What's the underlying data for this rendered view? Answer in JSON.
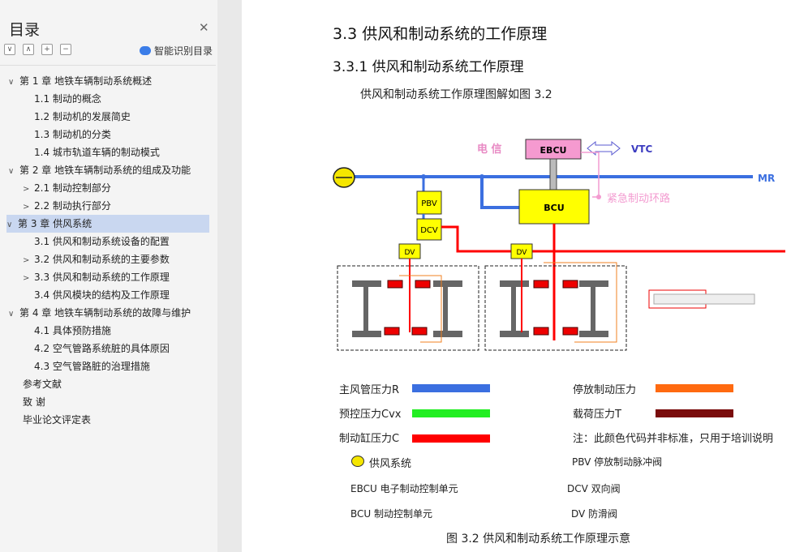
{
  "sidebar": {
    "title": "目录",
    "smart_toc": "智能识别目录",
    "items": [
      {
        "label": "第 1 章  地铁车辆制动系统概述",
        "level": 0,
        "chev": "∨"
      },
      {
        "label": "1.1 制动的概念",
        "level": 1,
        "chev": ""
      },
      {
        "label": "1.2 制动机的发展简史",
        "level": 1,
        "chev": ""
      },
      {
        "label": "1.3 制动机的分类",
        "level": 1,
        "chev": ""
      },
      {
        "label": "1.4 城市轨道车辆的制动模式",
        "level": 1,
        "chev": ""
      },
      {
        "label": "第 2 章  地铁车辆制动系统的组成及功能",
        "level": 0,
        "chev": "∨"
      },
      {
        "label": "2.1 制动控制部分",
        "level": 1,
        "chev": ">"
      },
      {
        "label": "2.2 制动执行部分",
        "level": 1,
        "chev": ">"
      },
      {
        "label": "第 3 章  供风系统",
        "level": 0,
        "chev": "∨",
        "selected": true
      },
      {
        "label": "3.1 供风和制动系统设备的配置",
        "level": 1,
        "chev": ""
      },
      {
        "label": "3.2 供风和制动系统的主要参数",
        "level": 1,
        "chev": ">"
      },
      {
        "label": "3.3 供风和制动系统的工作原理",
        "level": 1,
        "chev": ">"
      },
      {
        "label": "3.4 供风模块的结构及工作原理",
        "level": 1,
        "chev": ""
      },
      {
        "label": "第 4 章  地铁车辆制动系统的故障与维护",
        "level": 0,
        "chev": "∨"
      },
      {
        "label": "4.1 具体预防措施",
        "level": 1,
        "chev": ""
      },
      {
        "label": "4.2 空气管路系统脏的具体原因",
        "level": 1,
        "chev": ""
      },
      {
        "label": "4.3 空气管路脏的治理措施",
        "level": 1,
        "chev": ""
      },
      {
        "label": "参考文献",
        "level": -1,
        "chev": ""
      },
      {
        "label": "致    谢",
        "level": -1,
        "chev": ""
      },
      {
        "label": "毕业论文评定表",
        "level": -1,
        "chev": ""
      }
    ]
  },
  "doc": {
    "heading2": "3.3 供风和制动系统的工作原理",
    "heading3": "3.3.1 供风和制动系统工作原理",
    "paragraph": "供风和制动系统工作原理图解如图 3.2",
    "caption": "图 3.2 供风和制动系统工作原理示意"
  },
  "diagram": {
    "signal": "电  信",
    "ebcu": "EBCU",
    "vtc": "VTC",
    "mr": "MR",
    "pbv": "PBV",
    "dcv": "DCV",
    "bcu": "BCU",
    "dv1": "DV",
    "dv2": "DV",
    "emergency": "紧急制动环路"
  },
  "legend": {
    "main_pipe": "主风管压力R",
    "pre_ctrl": "预控压力Cvx",
    "cyl": "制动缸压力C",
    "park": "停放制动压力",
    "load": "载荷压力T",
    "note": "注：此颜色代码并非标准，只用于培训说明",
    "supply": "供风系统",
    "pbv_desc": "PBV 停放制动脉冲阀",
    "ebcu_desc": "EBCU 电子制动控制单元",
    "dcv_desc": "DCV 双向阀",
    "bcu_desc": "BCU 制动控制单元",
    "dv_desc": "DV 防滑阀"
  },
  "colors": {
    "main": "#3b6fe0",
    "pre": "#22ee22",
    "cyl": "#ff0000",
    "park": "#ff6a10",
    "load": "#7a0c0c"
  }
}
